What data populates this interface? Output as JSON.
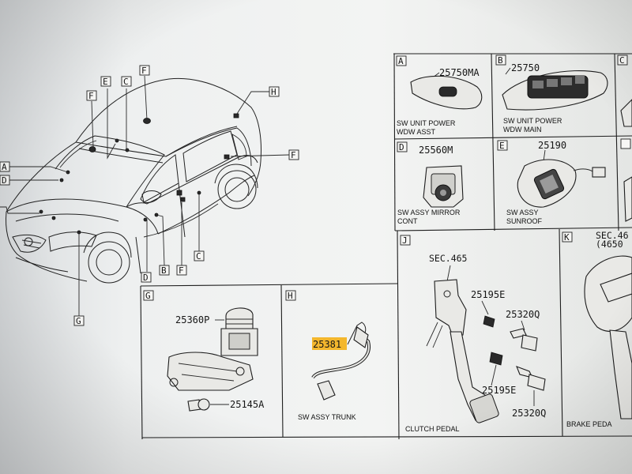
{
  "car_callouts": [
    {
      "letter": "E"
    },
    {
      "letter": "C"
    },
    {
      "letter": "F"
    },
    {
      "letter": "F"
    },
    {
      "letter": "H"
    },
    {
      "letter": "F"
    },
    {
      "letter": "A"
    },
    {
      "letter": "D"
    },
    {
      "letter": "D"
    },
    {
      "letter": "B"
    },
    {
      "letter": "F"
    },
    {
      "letter": "C"
    },
    {
      "letter": "G"
    }
  ],
  "panels": [
    {
      "letter": "A",
      "part": "25750MA",
      "caption": [
        "SW UNIT POWER",
        "WDW ASST"
      ]
    },
    {
      "letter": "B",
      "part": "25750",
      "caption": [
        "SW UNIT POWER",
        "WDW MAIN"
      ]
    },
    {
      "letter": "C",
      "part": "",
      "caption": []
    },
    {
      "letter": "D",
      "part": "25560M",
      "caption": [
        "SW ASSY MIRROR",
        "CONT"
      ]
    },
    {
      "letter": "E",
      "part": "25190",
      "caption": [
        "SW ASSY",
        "SUNROOF"
      ]
    },
    {
      "letter": "G",
      "parts": [
        "25360P",
        "25145A"
      ]
    },
    {
      "letter": "H",
      "part": "25381",
      "caption": [
        "SW ASSY TRUNK"
      ]
    },
    {
      "letter": "J",
      "sec": "SEC.465",
      "parts": [
        "25195E",
        "25320Q",
        "25195E",
        "25320Q"
      ],
      "caption": [
        "CLUTCH PEDAL"
      ]
    },
    {
      "letter": "K",
      "sec": [
        "SEC.46",
        "(4650"
      ],
      "caption": [
        "BRAKE PEDA"
      ]
    }
  ],
  "highlight_color": "#f4b21c"
}
